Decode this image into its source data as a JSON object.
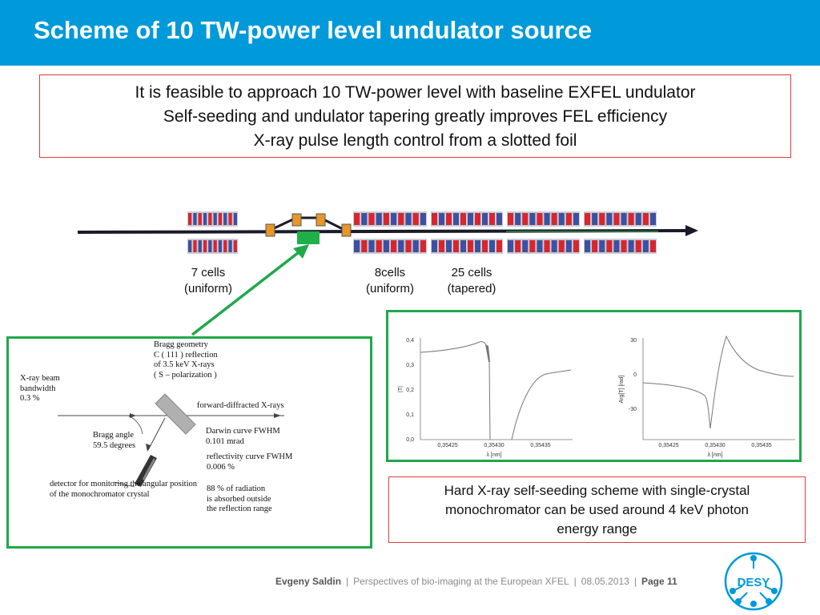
{
  "header": {
    "title": "Scheme of 10 TW-power level undulator source"
  },
  "summary": {
    "lines": [
      "It is feasible to approach 10 TW-power level with baseline EXFEL undulator",
      "Self-seeding and undulator tapering greatly improves FEL efficiency",
      "X-ray pulse length control from a slotted foil"
    ]
  },
  "undulator_labels": [
    {
      "line1": "7 cells",
      "line2": "(uniform)"
    },
    {
      "line1": "8cells",
      "line2": "(uniform)"
    },
    {
      "line1": "25 cells",
      "line2": "(tapered)"
    }
  ],
  "bragg": {
    "geometry": [
      "Bragg geometry",
      "C ( 111 ) reflection",
      "of 3.5 keV X-rays",
      "( S – polarization )"
    ],
    "beam": [
      "X-ray beam",
      "bandwidth",
      "0.3 %"
    ],
    "forward": "forward-diffracted X-rays",
    "darwin": [
      "Darwin curve FWHM",
      "0.101 mrad"
    ],
    "angle": [
      "Bragg angle",
      "59.5 degrees"
    ],
    "reflectivity": [
      "reflectivity curve FWHM",
      "0.006 %"
    ],
    "detector": [
      "detector for monitoring the angular position",
      "of the monochromator crystal"
    ],
    "absorbed": [
      "88 % of radiation",
      "is absorbed outside",
      "the reflection range"
    ]
  },
  "plots": {
    "left": {
      "ylabel": "|T|",
      "xlabel": "λ [nm]",
      "yticks": [
        "0,4",
        "0,3",
        "0,2",
        "0,1",
        "0,0"
      ],
      "xticks": [
        "0,35425",
        "0,35430",
        "0,35435"
      ]
    },
    "right": {
      "ylabel": "Arg[T] [rad]",
      "xlabel": "λ [nm]",
      "yticks": [
        "30",
        "0",
        "-30"
      ],
      "xticks": [
        "0,35425",
        "0,35430",
        "0,35435"
      ]
    }
  },
  "hxr": {
    "lines": [
      "Hard X-ray self-seeding scheme with single-crystal",
      "monochromator can be used around 4 keV photon",
      "energy range"
    ]
  },
  "footer": {
    "author": "Evgeny Saldin",
    "talk": "Perspectives of bio-imaging at the European XFEL",
    "date": "08.05.2013",
    "page": "Page 11"
  },
  "logo": {
    "text": "DESY"
  },
  "colors": {
    "header": "#0099d9",
    "red_frame": "#e03c3c",
    "green_frame": "#1fa84a",
    "magnet_red": "#d8262e",
    "magnet_blue": "#3d51a2"
  }
}
